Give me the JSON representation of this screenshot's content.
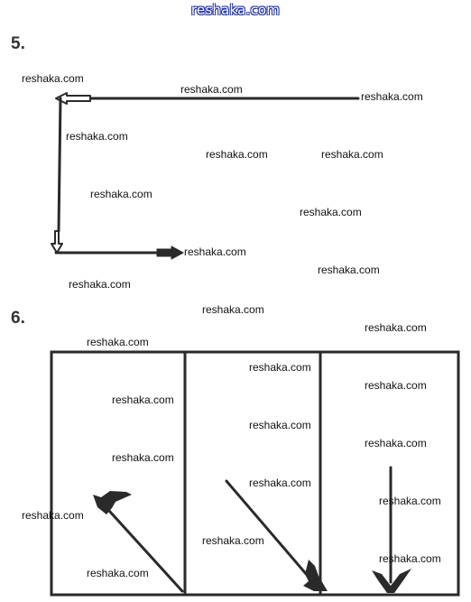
{
  "header": {
    "site_name": "reshaka.com"
  },
  "problems": [
    {
      "number": "5."
    },
    {
      "number": "6."
    }
  ],
  "watermark": {
    "text": "reshaka.com"
  },
  "colors": {
    "ink": "#2a2a2a",
    "header_outline": "#1c2fa8"
  }
}
